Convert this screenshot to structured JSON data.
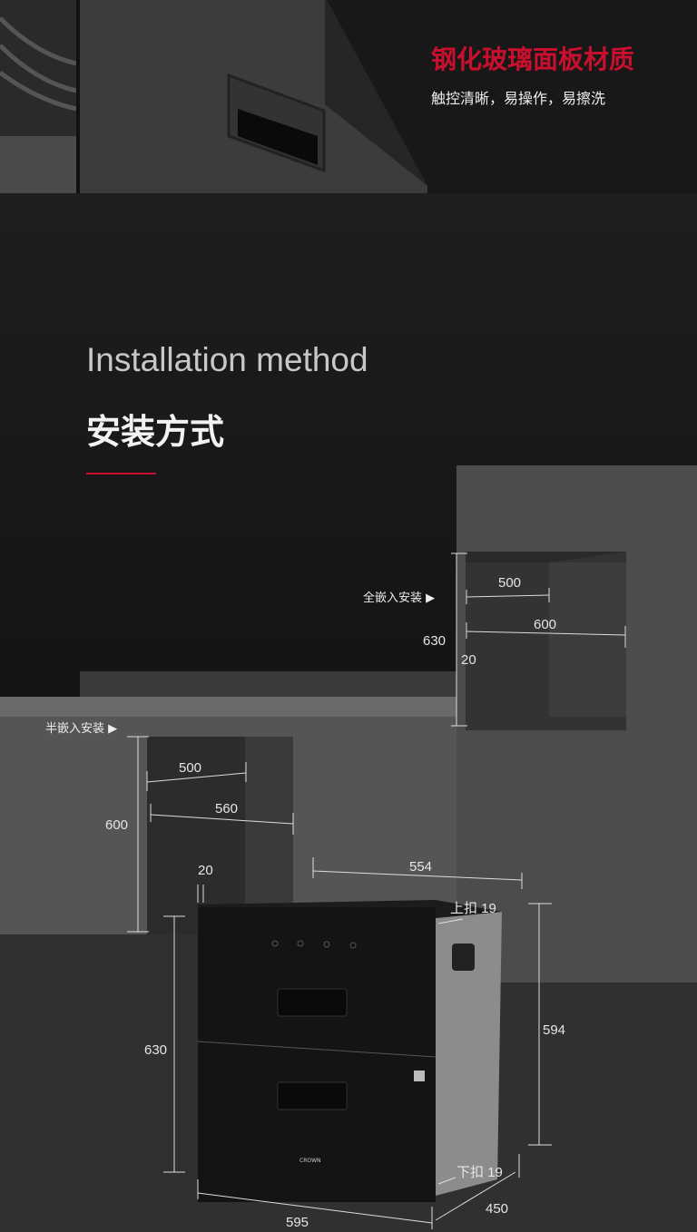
{
  "feature": {
    "title": "钢化玻璃面板材质",
    "subtitle": "触控清晰，易操作，易擦洗",
    "accent_color": "#c8102e"
  },
  "section": {
    "title_en": "Installation method",
    "title_cn": "安装方式"
  },
  "full_embed": {
    "label": "全嵌入安装 ▶",
    "depth": "500",
    "width": "600",
    "height": "630",
    "gap": "20"
  },
  "half_embed": {
    "label": "半嵌入安装 ▶",
    "depth": "500",
    "width": "560",
    "height": "600",
    "gap": "20"
  },
  "product": {
    "body_width": "554",
    "top_flange": "上扣 19",
    "body_height": "594",
    "total_height": "630",
    "bottom_flange": "下扣 19",
    "depth": "450",
    "front_width": "595",
    "brand": "CROWN"
  }
}
